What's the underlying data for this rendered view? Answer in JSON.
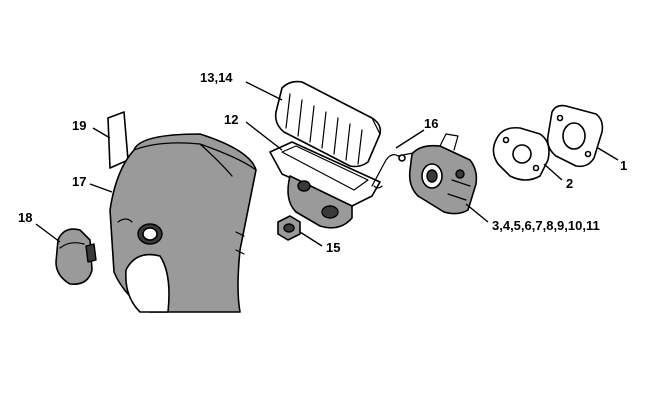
{
  "callouts": [
    {
      "id": "c1",
      "text": "1"
    },
    {
      "id": "c2",
      "text": "2"
    },
    {
      "id": "c3",
      "text": "3,4,5,6,7,8,9,10,11"
    },
    {
      "id": "c12",
      "text": "12"
    },
    {
      "id": "c13",
      "text": "13,14"
    },
    {
      "id": "c15",
      "text": "15"
    },
    {
      "id": "c16",
      "text": "16"
    },
    {
      "id": "c17",
      "text": "17"
    },
    {
      "id": "c18",
      "text": "18"
    },
    {
      "id": "c19",
      "text": "19"
    }
  ]
}
